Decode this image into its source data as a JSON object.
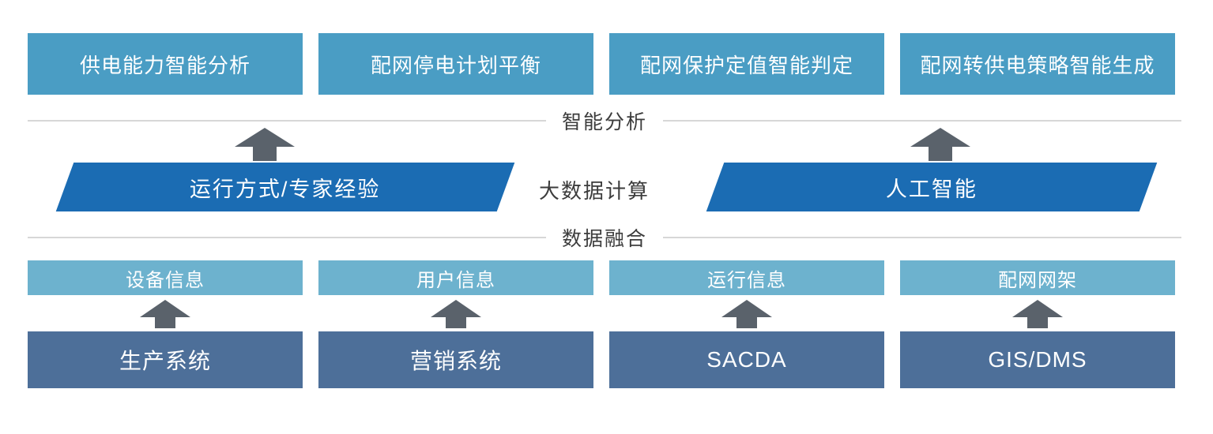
{
  "colors": {
    "top_box": "#4a9dc4",
    "parallelogram": "#1b6cb3",
    "info_bar": "#6db2ce",
    "system_box": "#4d6f99",
    "arrow": "#5a626b",
    "divider": "#d7d7d7",
    "label_text": "#3c3c3c"
  },
  "top_modules": [
    {
      "label": "供电能力智能分析"
    },
    {
      "label": "配网停电计划平衡"
    },
    {
      "label": "配网保护定值智能判定"
    },
    {
      "label": "配网转供电策略智能生成"
    }
  ],
  "layer_labels": {
    "analysis": "智能分析",
    "computing": "大数据计算",
    "fusion": "数据融合"
  },
  "engines": [
    {
      "label": "运行方式/专家经验"
    },
    {
      "label": "人工智能"
    }
  ],
  "data_columns": [
    {
      "info": "设备信息",
      "system": "生产系统"
    },
    {
      "info": "用户信息",
      "system": "营销系统"
    },
    {
      "info": "运行信息",
      "system": "SACDA"
    },
    {
      "info": "配网网架",
      "system": "GIS/DMS"
    }
  ]
}
